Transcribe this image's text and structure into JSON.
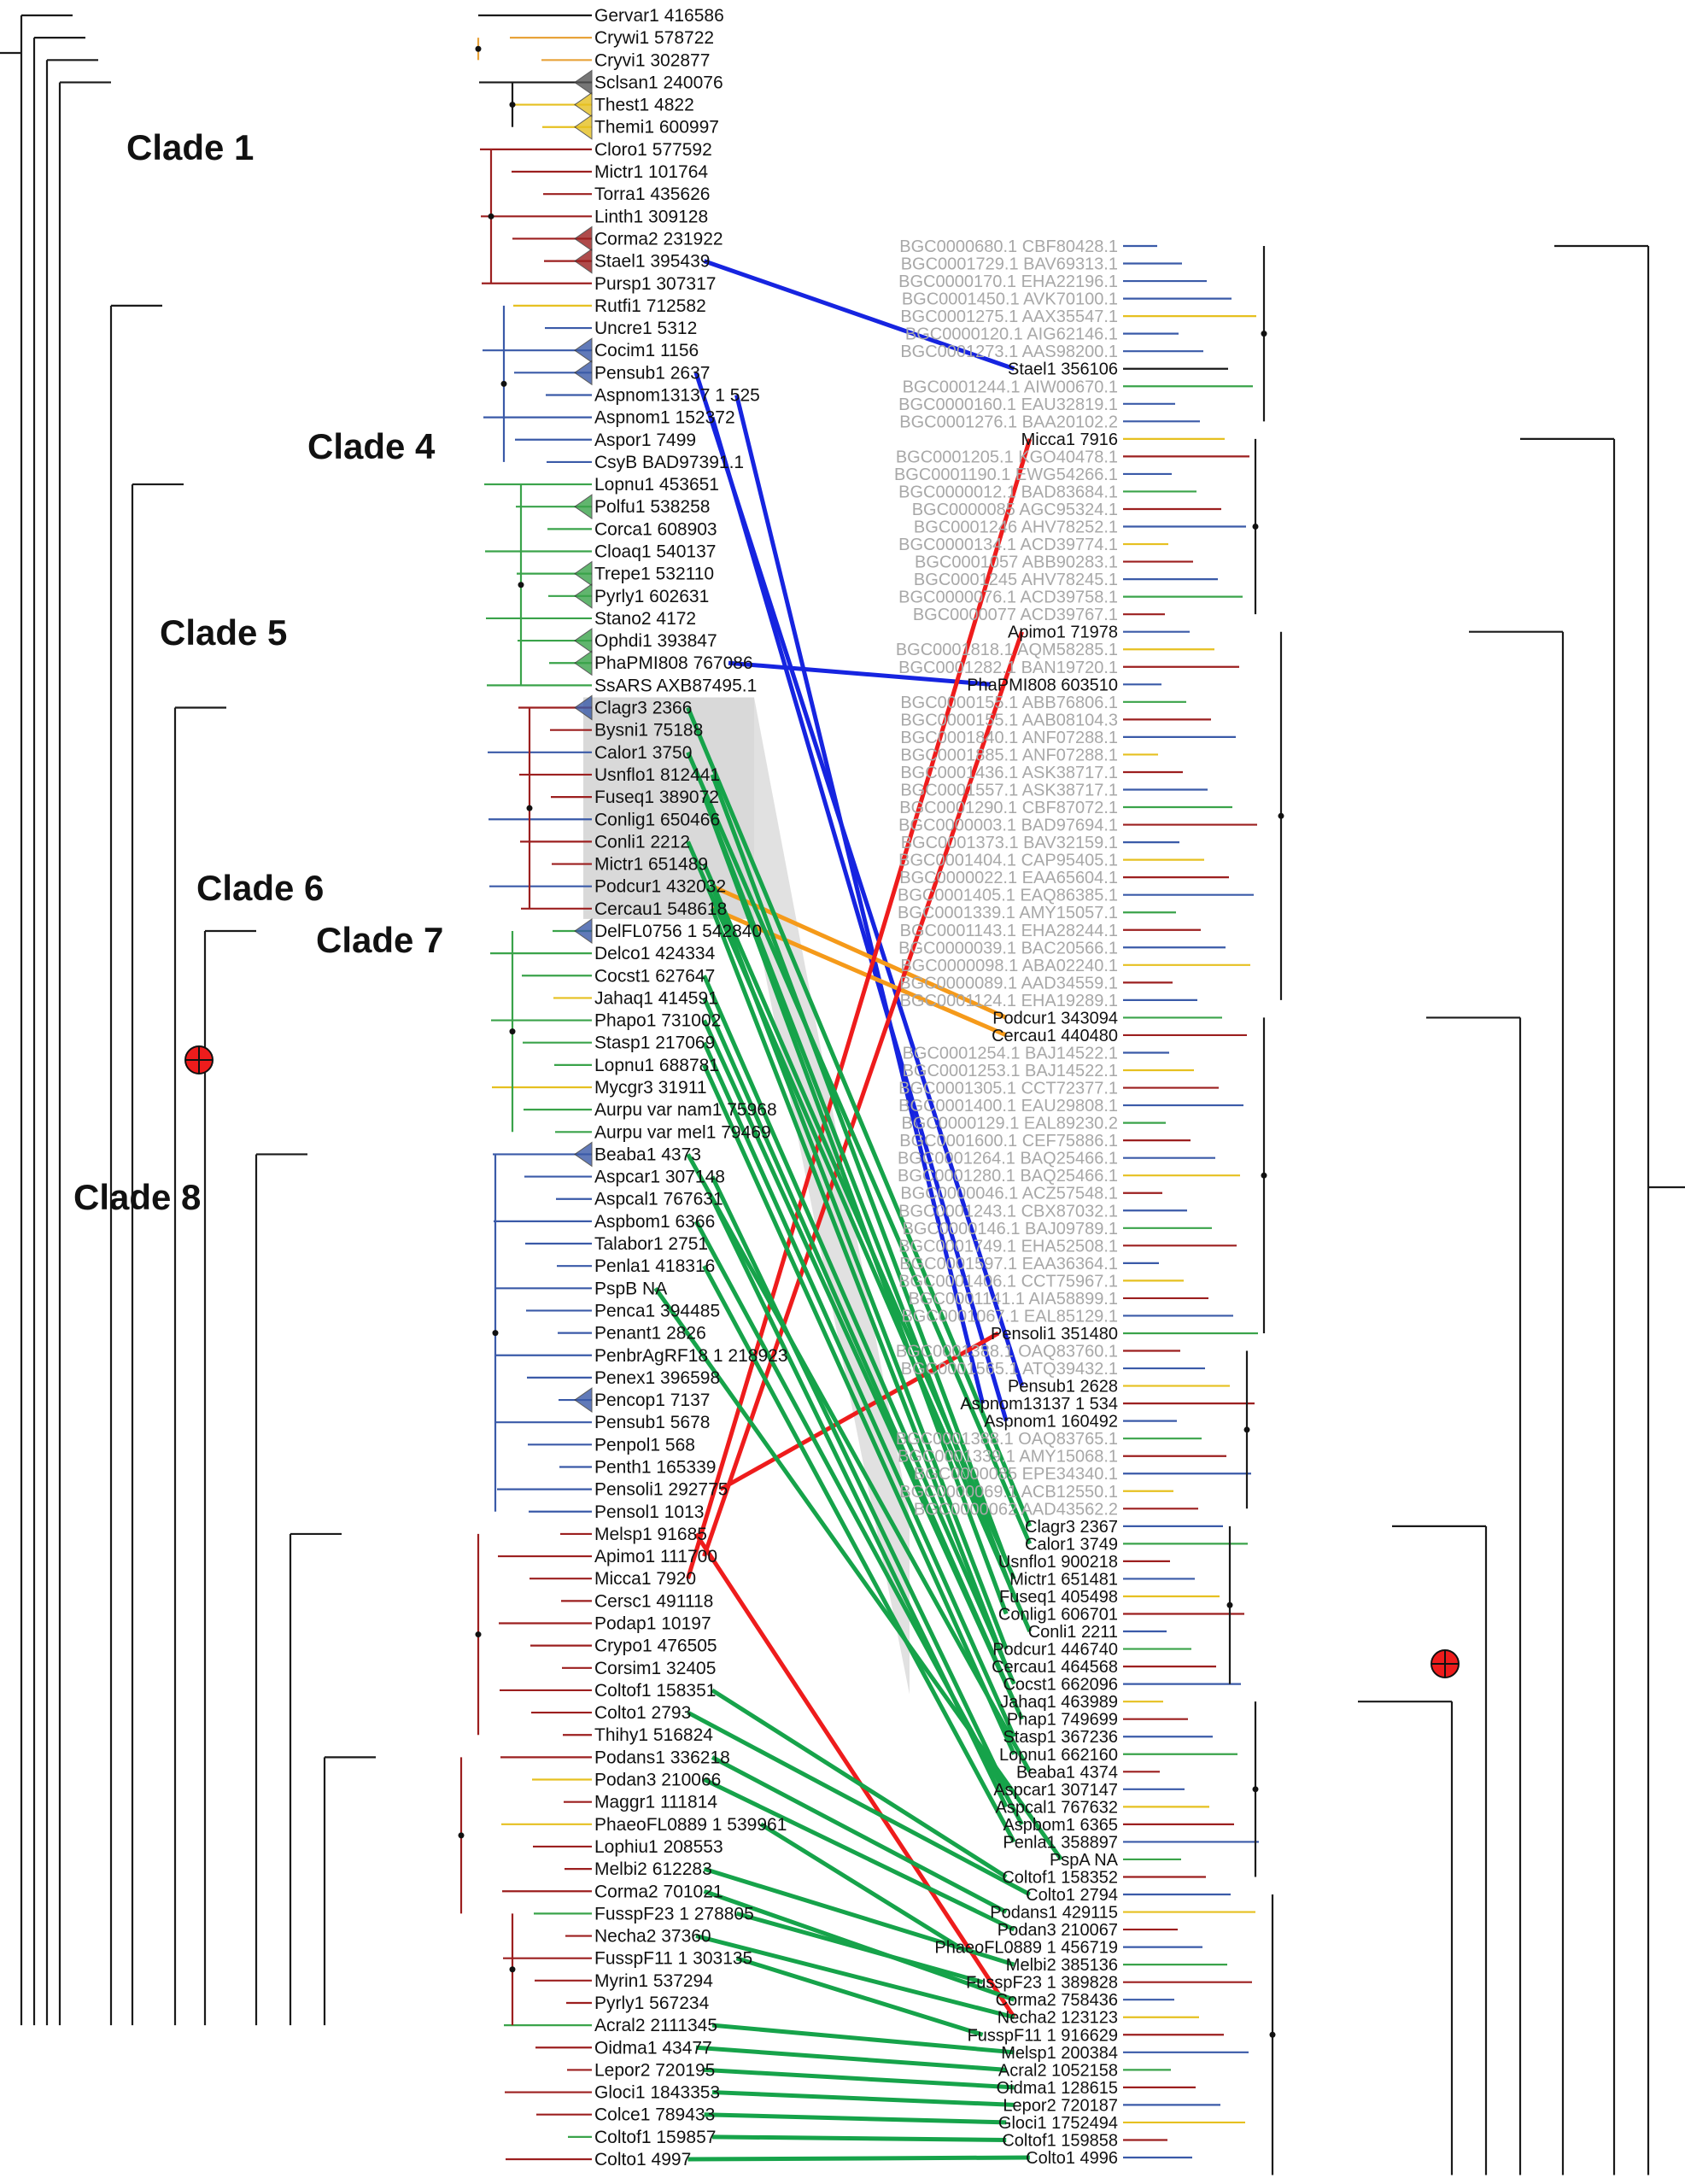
{
  "colors": {
    "tree": "#1a1a1a",
    "orange_branch": "#e8a33a",
    "green_branch": "#3aa34a",
    "blue_branch": "#3a5aa8",
    "red_branch": "#9c1f1f",
    "yellow_branch": "#e6c020",
    "olive_branch": "#8aa832",
    "grey_label": "#a8a8a8",
    "link_blue": "#1624e0",
    "link_red": "#ee1c1c",
    "link_green": "#16a34a",
    "link_orange": "#f59a1a",
    "shade": "#d9d9d9",
    "marker": "#ee1c1c"
  },
  "clades": [
    "Clade 1",
    "Clade 4",
    "Clade 5",
    "Clade 6",
    "Clade 7",
    "Clade 8"
  ],
  "left_tips": [
    "Gervar1 416586",
    "Crywi1 578722",
    "Cryvi1 302877",
    "Sclsan1 240076",
    "Thest1 4822",
    "Themi1 600997",
    "Cloro1 577592",
    "Mictr1 101764",
    "Torra1 435626",
    "Linth1 309128",
    "Corma2 231922",
    "Stael1 395439",
    "Pursp1 307317",
    "Rutfi1 712582",
    "Uncre1 5312",
    "Cocim1 1156",
    "Pensub1 2637",
    "Aspnom13137 1 525",
    "Aspnom1 152372",
    "Aspor1 7499",
    "CsyB BAD97391.1",
    "Lopnu1 453651",
    "Polfu1 538258",
    "Corca1 608903",
    "Cloaq1 540137",
    "Trepe1 532110",
    "Pyrly1 602631",
    "Stano2 4172",
    "Ophdi1 393847",
    "PhaPMI808 767086",
    "SsARS AXB87495.1",
    "Clagr3 2366",
    "Bysni1 75188",
    "Calor1 3750",
    "Usnflo1 812441",
    "Fuseq1 389072",
    "Conlig1 650466",
    "Conli1 2212",
    "Mictr1 651489",
    "Podcur1 432032",
    "Cercau1 548618",
    "DelFL0756 1 542840",
    "Delco1 424334",
    "Cocst1 627647",
    "Jahaq1 414591",
    "Phapo1 731002",
    "Stasp1 217069",
    "Lopnu1 688781",
    "Mycgr3 31911",
    "Aurpu var nam1 75968",
    "Aurpu var mel1 79469",
    "Beaba1 4373",
    "Aspcar1 307148",
    "Aspcal1 767631",
    "Aspbom1 6366",
    "Talabor1 2751",
    "Penla1 418316",
    "PspB NA",
    "Penca1 394485",
    "Penant1 2826",
    "PenbrAgRF18 1 218923",
    "Penex1 396598",
    "Pencop1 7137",
    "Pensub1 5678",
    "Penpol1 568",
    "Penth1 165339",
    "Pensoli1 292775",
    "Pensol1 1013",
    "Melsp1 91685",
    "Apimo1 111700",
    "Micca1 7920",
    "Cersc1 491118",
    "Podap1 10197",
    "Crypo1 476505",
    "Corsim1 32405",
    "Coltof1 158351",
    "Colto1 2793",
    "Thihy1 516824",
    "Podans1 336218",
    "Podan3 210066",
    "Maggr1 111814",
    "PhaeoFL0889 1 539961",
    "Lophiu1 208553",
    "Melbi2 612283",
    "Corma2 701021",
    "FusspF23 1 278805",
    "Necha2 37360",
    "FusspF11 1 303135",
    "Myrin1 537294",
    "Pyrly1 567234",
    "Acral2 2111345",
    "Oidma1 43477",
    "Lepor2 720195",
    "Gloci1 1843353",
    "Colce1 789433",
    "Coltof1 159857",
    "Colto1 4997"
  ],
  "right_tips": [
    "BGC0000680.1 CBF80428.1",
    "BGC0001729.1 BAV69313.1",
    "BGC0000170.1 EHA22196.1",
    "BGC0001450.1 AVK70100.1",
    "BGC0001275.1 AAX35547.1",
    "BGC0000120.1 AIG62146.1",
    "BGC0001273.1 AAS98200.1",
    "Stael1 356106",
    "BGC0001244.1 AIW00670.1",
    "BGC0000160.1 EAU32819.1",
    "BGC0001276.1 BAA20102.2",
    "Micca1 7916",
    "BGC0001205.1 KGO40478.1",
    "BGC0001190.1 EWG54266.1",
    "BGC0000012.1 BAD83684.1",
    "BGC0000085 AGC95324.1",
    "BGC0001246 AHV78252.1",
    "BGC0000134.1 ACD39774.1",
    "BGC0001057 ABB90283.1",
    "BGC0001245 AHV78245.1",
    "BGC0000076.1 ACD39758.1",
    "BGC0000077 ACD39767.1",
    "Apimo1 71978",
    "BGC0001818.1 AQM58285.1",
    "BGC0001282.1 BAN19720.1",
    "PhaPMI808 603510",
    "BGC0000155.1 ABB76806.1",
    "BGC0000155.1 AAB08104.3",
    "BGC0001840.1 ANF07288.1",
    "BGC0001885.1 ANF07288.1",
    "BGC0001436.1 ASK38717.1",
    "BGC0001557.1 ASK38717.1",
    "BGC0001290.1 CBF87072.1",
    "BGC0000003.1 BAD97694.1",
    "BGC0001373.1 BAV32159.1",
    "BGC0001404.1 CAP95405.1",
    "BGC0000022.1 EAA65604.1",
    "BGC0001405.1 EAQ86385.1",
    "BGC0001339.1 AMY15057.1",
    "BGC0001143.1 EHA28244.1",
    "BGC0000039.1 BAC20566.1",
    "BGC0000098.1 ABA02240.1",
    "BGC0000089.1 AAD34559.1",
    "BGC0001124.1 EHA19289.1",
    "Podcur1 343094",
    "Cercau1 440480",
    "BGC0001254.1 BAJ14522.1",
    "BGC0001253.1 BAJ14522.1",
    "BGC0001305.1 CCT72377.1",
    "BGC0001400.1 EAU29808.1",
    "BGC0000129.1 EAL89230.2",
    "BGC0001600.1 CEF75886.1",
    "BGC0001264.1 BAQ25466.1",
    "BGC0001280.1 BAQ25466.1",
    "BGC0000046.1 ACZ57548.1",
    "BGC0001243.1 CBX87032.1",
    "BGC0000146.1 BAJ09789.1",
    "BGC0001749.1 EHA52508.1",
    "BGC0001597.1 EAA36364.1",
    "BGC0001406.1 CCT75967.1",
    "BGC0001141.1 AIA58899.1",
    "BGC0001067.1 EAL85129.1",
    "Pensoli1 351480",
    "BGC0001388.1 OAQ83760.1",
    "BGC0001565.1 ATQ39432.1",
    "Pensub1 2628",
    "Aspnom13137 1 534",
    "Aspnom1 160492",
    "BGC0001388.1 OAQ83765.1",
    "BGC0001339.1 AMY15068.1",
    "BGC0000085 EPE34340.1",
    "BGC0000069.1 ACB12550.1",
    "BGC0000062 AAD43562.2",
    "Clagr3 2367",
    "Calor1 3749",
    "Usnflo1 900218",
    "Mictr1 651481",
    "Fuseq1 405498",
    "Conlig1 606701",
    "Conli1 2211",
    "Podcur1 446740",
    "Cercau1 464568",
    "Cocst1 662096",
    "Jahaq1 463989",
    "Phap1 749699",
    "Stasp1 367236",
    "Lopnu1 662160",
    "Beaba1 4374",
    "Aspcar1 307147",
    "Aspcal1 767632",
    "Aspbom1 6365",
    "Penla1 358897",
    "PspA NA",
    "Coltof1 158352",
    "Colto1 2794",
    "Podans1 429115",
    "Podan3 210067",
    "PhaeoFL0889 1 456719",
    "Melbi2 385136",
    "FusspF23 1 389828",
    "Corma2 758436",
    "Necha2 123123",
    "FusspF11 1 916629",
    "Melsp1 200384",
    "Acral2 1052158",
    "Oidma1 128615",
    "Lepor2 720187",
    "Gloci1 1752494",
    "Coltof1 159858",
    "Colto1 4996"
  ],
  "right_grey_tip_indices": [
    0,
    1,
    2,
    3,
    4,
    5,
    6,
    8,
    9,
    10,
    12,
    13,
    14,
    15,
    16,
    17,
    18,
    19,
    20,
    21,
    23,
    24,
    26,
    27,
    28,
    29,
    30,
    31,
    32,
    33,
    34,
    35,
    36,
    37,
    38,
    39,
    40,
    41,
    42,
    43,
    46,
    47,
    48,
    49,
    50,
    51,
    52,
    53,
    54,
    55,
    56,
    57,
    58,
    59,
    60,
    61,
    63,
    64,
    68,
    69,
    70,
    71,
    72
  ],
  "collapsed_left_tips": [
    3,
    4,
    5,
    10,
    11,
    15,
    16,
    22,
    25,
    26,
    28,
    29,
    31,
    41,
    51,
    62
  ]
}
